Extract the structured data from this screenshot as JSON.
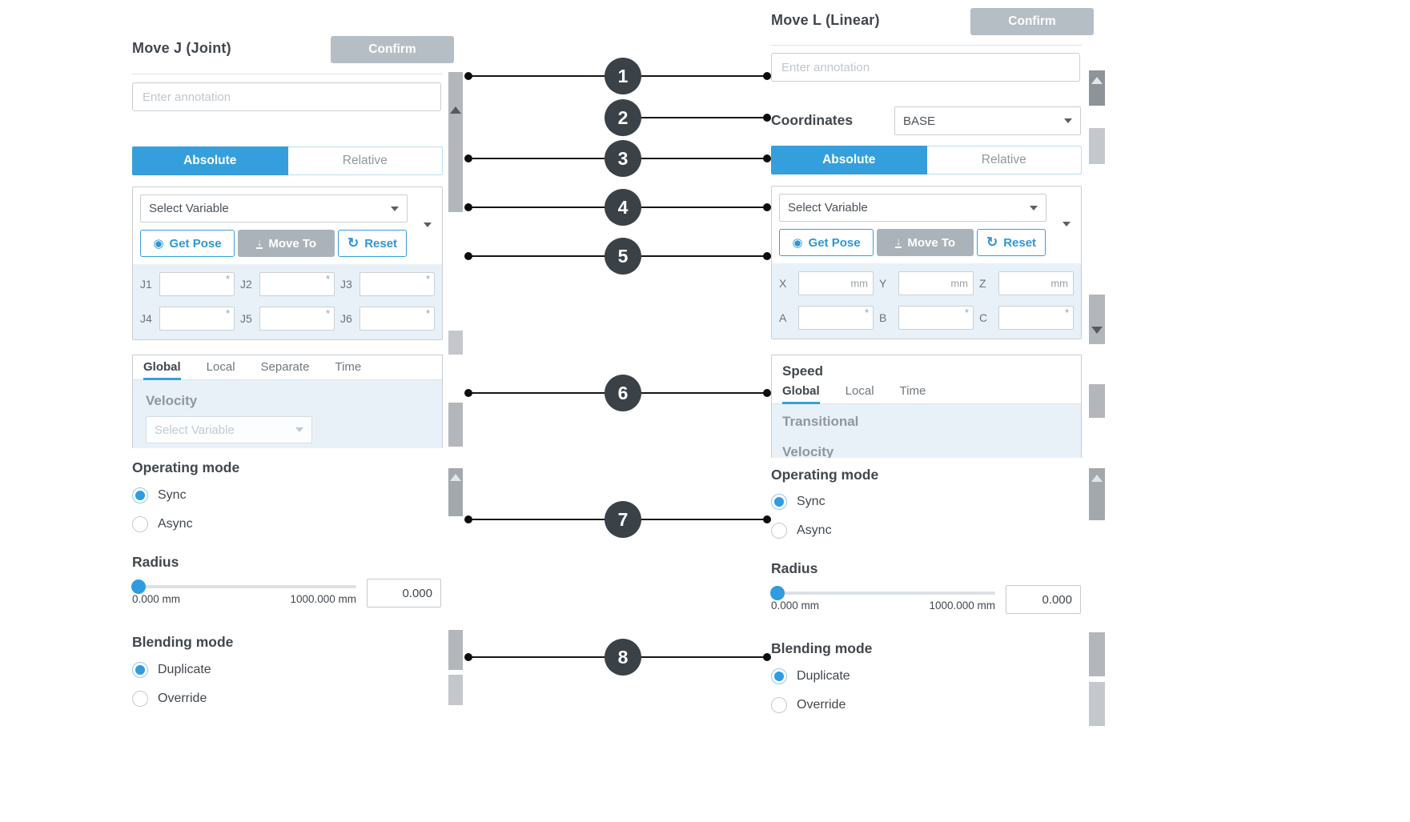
{
  "colors": {
    "accent": "#359fdd",
    "confirm_gray": "#b5bdc5",
    "field_bg": "#e9f1f8",
    "callout_dark": "#3a4147"
  },
  "icons": {
    "caret": "caret-down-icon",
    "get_pose": "target-icon",
    "move_to": "download-icon",
    "reset": "refresh-icon",
    "scroll_up": "triangle-up-icon",
    "scroll_down": "triangle-down-icon"
  },
  "left": {
    "title": "Move J (Joint)",
    "confirm_label": "Confirm",
    "annotation_placeholder": "Enter annotation",
    "tab_absolute": "Absolute",
    "tab_relative": "Relative",
    "select_variable_label": "Select Variable",
    "get_pose_label": "Get Pose",
    "move_to_label": "Move To",
    "reset_label": "Reset",
    "joints": [
      {
        "label": "J1",
        "mark": "*"
      },
      {
        "label": "J2",
        "mark": "*"
      },
      {
        "label": "J3",
        "mark": "*"
      },
      {
        "label": "J4",
        "mark": "*"
      },
      {
        "label": "J5",
        "mark": "*"
      },
      {
        "label": "J6",
        "mark": "*"
      }
    ],
    "speed_tabs": [
      "Global",
      "Local",
      "Separate",
      "Time"
    ],
    "active_speed_tab": "Global",
    "velocity_label": "Velocity",
    "velocity_placeholder": "Select Variable",
    "operating_mode_label": "Operating mode",
    "option_sync": "Sync",
    "option_async": "Async",
    "selected_operating_mode": "Sync",
    "radius_label": "Radius",
    "radius_min": "0.000 mm",
    "radius_max": "1000.000 mm",
    "radius_value": "0.000",
    "blending_label": "Blending mode",
    "option_duplicate": "Duplicate",
    "option_override": "Override",
    "selected_blending_mode": "Duplicate"
  },
  "right": {
    "title": "Move L (Linear)",
    "confirm_label": "Confirm",
    "annotation_placeholder": "Enter annotation",
    "coordinates_label": "Coordinates",
    "coordinates_value": "BASE",
    "tab_absolute": "Absolute",
    "tab_relative": "Relative",
    "select_variable_label": "Select Variable",
    "get_pose_label": "Get Pose",
    "move_to_label": "Move To",
    "reset_label": "Reset",
    "pose_row1": [
      {
        "label": "X",
        "unit": "mm"
      },
      {
        "label": "Y",
        "unit": "mm"
      },
      {
        "label": "Z",
        "unit": "mm"
      }
    ],
    "pose_row2": [
      {
        "label": "A",
        "mark": "*"
      },
      {
        "label": "B",
        "mark": "*"
      },
      {
        "label": "C",
        "mark": "*"
      }
    ],
    "speed_title": "Speed",
    "speed_tabs": [
      "Global",
      "Local",
      "Time"
    ],
    "active_speed_tab": "Global",
    "transitional_label": "Transitional",
    "clipped_label": "Velocity",
    "operating_mode_label": "Operating mode",
    "option_sync": "Sync",
    "option_async": "Async",
    "selected_operating_mode": "Sync",
    "radius_label": "Radius",
    "radius_min": "0.000 mm",
    "radius_max": "1000.000 mm",
    "radius_value": "0.000",
    "blending_label": "Blending mode",
    "option_duplicate": "Duplicate",
    "option_override": "Override",
    "selected_blending_mode": "Duplicate"
  },
  "callouts": [
    "1",
    "2",
    "3",
    "4",
    "5",
    "6",
    "7",
    "8"
  ]
}
